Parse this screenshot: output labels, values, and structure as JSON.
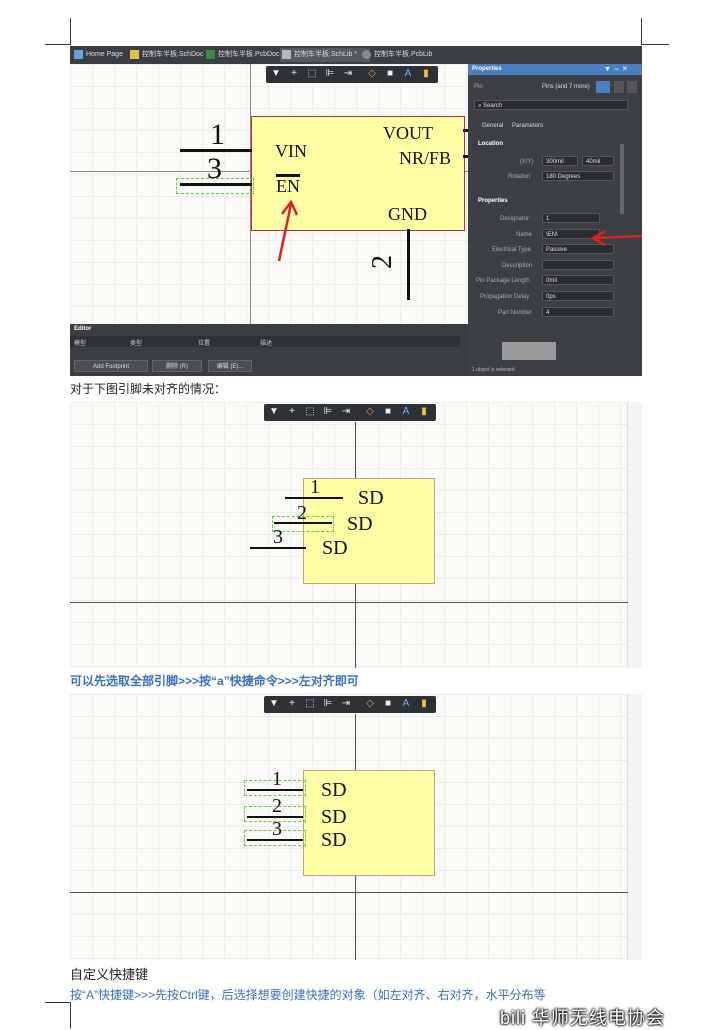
{
  "shot1": {
    "tabs": [
      "Home Page",
      "控制车半板.SchDoc",
      "控制车半板.PcbDoc",
      "控制车半板.SchLib *",
      "控制车半板.PcbLib"
    ],
    "pins": [
      {
        "number": "1",
        "name": "VIN"
      },
      {
        "number": "3",
        "name": "EN"
      },
      {
        "number": "2",
        "name": "GND"
      }
    ],
    "right_pins": [
      "VOUT",
      "NR/FB"
    ],
    "properties": {
      "title": "Properties",
      "type_label": "Pin",
      "type_value": "Pins (and 7 more)",
      "search_placeholder": "Search",
      "tab_general": "General",
      "tab_parameters": "Parameters",
      "section_location": "Location",
      "xy_label": "(X/Y)",
      "x_value": "300mil",
      "y_value": "40mil",
      "rotation_label": "Rotation",
      "rotation_value": "180 Degrees",
      "section_properties": "Properties",
      "designator_label": "Designator",
      "designator_value": "1",
      "name_label": "Name",
      "name_value": "\\EN\\",
      "electrical_label": "Electrical Type",
      "electrical_value": "Passive",
      "description_label": "Description",
      "pkg_len_label": "Pin Package Length",
      "pkg_len_value": "0mil",
      "prop_delay_label": "Propagation Delay",
      "prop_delay_value": "0ps",
      "part_label": "Part Number",
      "part_value": "4",
      "status": "1 object is selected"
    },
    "editor": {
      "title": "Editor",
      "col1": "模型",
      "col2": "类型",
      "col3": "位置",
      "col4": "描述",
      "btn_add": "Add Footprint",
      "btn_delete": "删除 (R)",
      "btn_edit": "编辑 (E)..."
    }
  },
  "caption1": "对于下图引脚未对齐的情况：",
  "shot2": {
    "pins": [
      {
        "number": "1",
        "name": "SD"
      },
      {
        "number": "2",
        "name": "SD"
      },
      {
        "number": "3",
        "name": "SD"
      }
    ]
  },
  "caption2": "可以先选取全部引脚>>>按“a”快捷命令>>>左对齐即可",
  "shot3": {
    "pins": [
      {
        "number": "1",
        "name": "SD"
      },
      {
        "number": "2",
        "name": "SD"
      },
      {
        "number": "3",
        "name": "SD"
      }
    ]
  },
  "heading": "自定义快捷键",
  "caption3": "按“A”快捷键>>>先按Ctrl键，后选择想要创建快捷的对象（如左对齐、右对齐，水平分布等",
  "watermark": "bili 华师无线电协会",
  "colors": {
    "accent_blue": "#3a6fc4",
    "component_fill": "#ffffa6",
    "arrow_red": "#e02020",
    "select_green": "#4cd24c"
  }
}
